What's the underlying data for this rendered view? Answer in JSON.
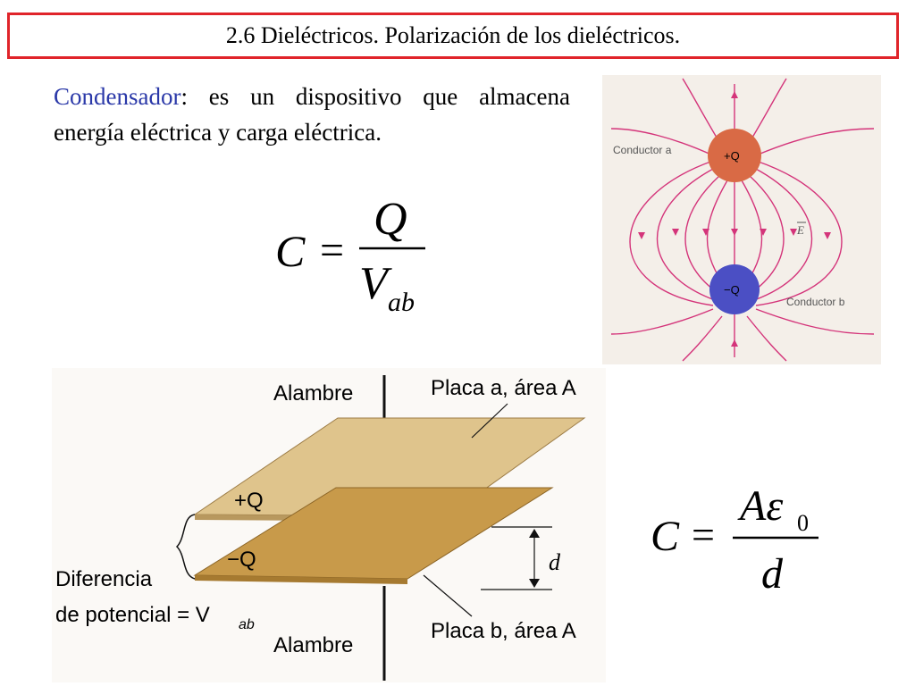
{
  "slide": {
    "title": "2.6 Dieléctricos. Polarización de los dieléctricos.",
    "intro": {
      "term": "Condensador",
      "rest": ": es un dispositivo que almacena energía eléctrica y carga eléctrica."
    },
    "formula_1": {
      "lhs": "C",
      "eq": "=",
      "num": "Q",
      "den_main": "V",
      "den_sub": "ab"
    },
    "formula_2": {
      "lhs": "C",
      "eq": "=",
      "num_main": "Aε",
      "num_sub": "0",
      "den": "d"
    }
  },
  "field_figure": {
    "label_a": "Conductor a",
    "label_b": "Conductor b",
    "charge_pos": "+Q",
    "charge_neg": "−Q",
    "field_label": "E",
    "colors": {
      "lines": "#d4347a",
      "pos": "#d96a45",
      "neg": "#4b4fc4"
    }
  },
  "capacitor_figure": {
    "wire_top": "Alambre",
    "wire_bottom": "Alambre",
    "plate_a": "Placa a, área A",
    "plate_b": "Placa b, área A",
    "charge_pos": "+Q",
    "charge_neg": "−Q",
    "distance": "d",
    "potential_line1": "Diferencia",
    "potential_line2": "de potencial = V",
    "potential_sub": "ab",
    "colors": {
      "plate_a": "#dfc48c",
      "plate_b": "#c89a4a"
    }
  }
}
